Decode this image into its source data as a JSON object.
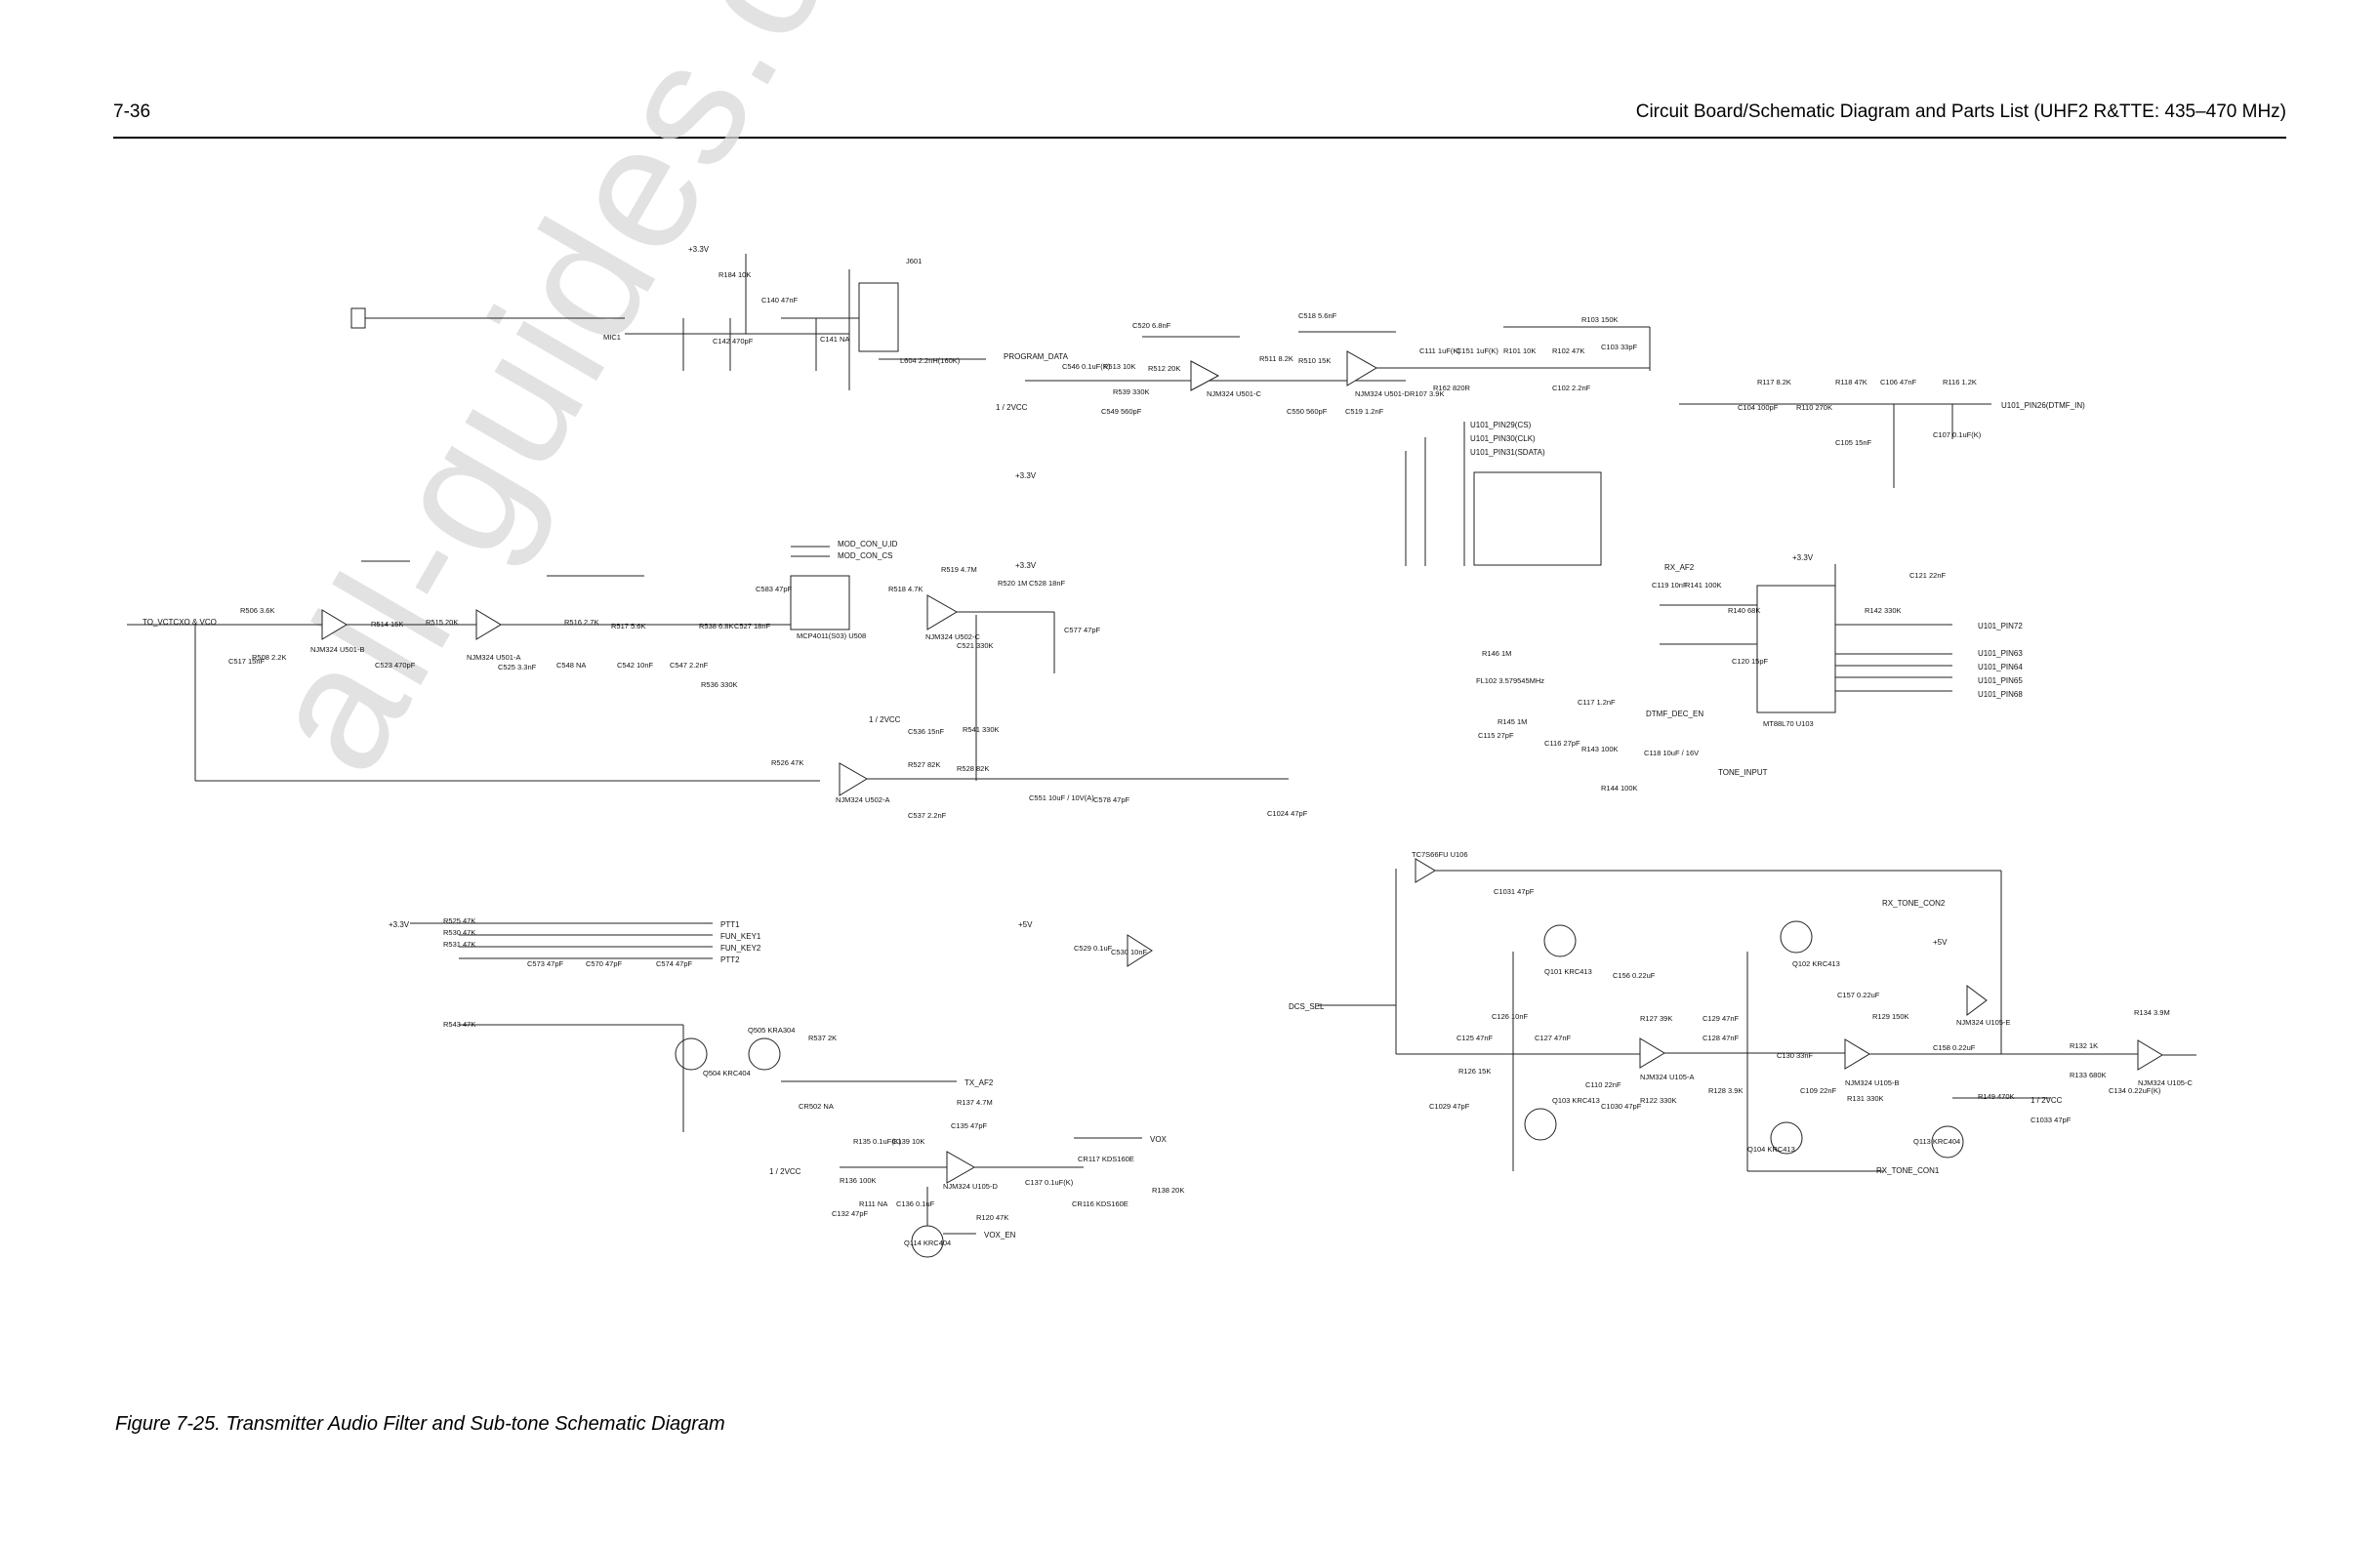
{
  "header": {
    "page_number": "7-36",
    "title": "Circuit Board/Schematic Diagram and Parts List (UHF2 R&TTE: 435–470 MHz)"
  },
  "caption": "Figure 7-25. Transmitter Audio Filter and Sub-tone Schematic Diagram",
  "watermark": "all-guides.com",
  "net_labels": [
    "+3.3V",
    "+5V",
    "1 / 2VCC",
    "TO_VCTCXO & VCO",
    "PROGRAM_DATA",
    "MOD_CON_U,ID",
    "MOD_CON_CS",
    "U101_PIN29(CS)",
    "U101_PIN30(CLK)",
    "U101_PIN31(SDATA)",
    "U101_PIN26(DTMF_IN)",
    "RX_AF2",
    "U101_PIN72",
    "U101_PIN63",
    "U101_PIN64",
    "U101_PIN65",
    "U101_PIN68",
    "DTMF_DEC_EN",
    "TONE_INPUT",
    "PTT1",
    "FUN_KEY1",
    "FUN_KEY2",
    "PTT2",
    "TX_AF2",
    "VOX",
    "VOX_EN",
    "DCS_SEL",
    "RX_TONE_CON2",
    "RX_TONE_CON1"
  ],
  "ic_labels": [
    "NJM324 U501-A",
    "NJM324 U501-B",
    "NJM324 U501-C",
    "NJM324 U501-D",
    "NJM324 U502-A",
    "NJM324 U502-C",
    "MCP4011(S03) U508",
    "MT88L70 U103",
    "TC7S66FU U106",
    "NJM324 U105-A",
    "NJM324 U105-B",
    "NJM324 U105-C",
    "NJM324 U105-D",
    "NJM324 U105-E"
  ],
  "component_labels": [
    "R184 10K",
    "C140 47nF",
    "C142 470pF",
    "C141 NA",
    "MIC1",
    "J601",
    "L604 2.2nH(160K)",
    "C546 0.1uF(K)",
    "R513 10K",
    "R539 330K",
    "C549 560pF",
    "C520 6.8nF",
    "R512 20K",
    "R511 8.2K",
    "C518 5.6nF",
    "R510 15K",
    "C550 560pF",
    "C519 1.2nF",
    "R103 150K",
    "C103 33pF",
    "R102 47K",
    "C102 2.2nF",
    "C111 1uF(K)",
    "C151 1uF(K)",
    "R101 10K",
    "R107 3.9K",
    "R162 820R",
    "R117 8.2K",
    "R118 47K",
    "C106 47nF",
    "R116 1.2K",
    "C107 0.1uF(K)",
    "C104 100pF",
    "R110 270K",
    "C105 15nF",
    "R506 3.6K",
    "C517 15nF",
    "R508 2.2K",
    "R514 15K",
    "C523 470pF",
    "R515 20K",
    "C525 3.3nF",
    "C548 NA",
    "R516 2.7K",
    "R517 5.6K",
    "C542 10nF",
    "R538 6.8K",
    "C547 2.2nF",
    "R536 330K",
    "C527 18nF",
    "C583 47pF",
    "R519 4.7M",
    "R518 4.7K",
    "R520 1M",
    "C528 18nF",
    "C577 47pF",
    "C521 330K",
    "R541 330K",
    "C536 15nF",
    "R527 82K",
    "R528 82K",
    "C551 10uF / 10V(A)",
    "C578 47pF",
    "C537 2.2nF",
    "R526 47K",
    "C1024 47pF",
    "R525 47K",
    "R530 47K",
    "R531 47K",
    "R543 47K",
    "C573 47pF",
    "C570 47pF",
    "C574 47pF",
    "C529 0.1uF",
    "C530 10nF",
    "Q505 KRA304",
    "Q504 KRC404",
    "R537 2K",
    "CR502 NA",
    "R137 4.7M",
    "C135 47pF",
    "R135 0.1uF(K)",
    "C139 10K",
    "R136 100K",
    "R111 NA",
    "C132 47pF",
    "C136 0.1uF",
    "C137 0.1uF(K)",
    "CR117 KDS160E",
    "CR116 KDS160E",
    "R138 20K",
    "Q114 KRC404",
    "R120 47K",
    "C1031 47pF",
    "Q101 KRC413",
    "C156 0.22uF",
    "Q102 KRC413",
    "C157 0.22uF",
    "R129 150K",
    "R127 39K",
    "C129 47nF",
    "C128 47nF",
    "C130 33nF",
    "R128 3.9K",
    "C109 22nF",
    "R131 330K",
    "C158 0.22uF",
    "R132 1K",
    "R134 3.9M",
    "R133 680K",
    "C134 0.22uF(K)",
    "R149 470K",
    "C1033 47pF",
    "Q113 KRC404",
    "Q103 KRC413",
    "Q104 KRC413",
    "C110 22nF",
    "C1030 47pF",
    "R122 330K",
    "C125 47nF",
    "R126 15K",
    "C1029 47pF",
    "C126 10nF",
    "C127 47nF",
    "C119 10nF",
    "R141 100K",
    "R140 68K",
    "R142 330K",
    "C121 22nF",
    "C120 15pF",
    "R146 1M",
    "FL102 3.579545MHz",
    "C115 27pF",
    "C116 27pF",
    "R145 1M",
    "C117 1.2nF",
    "R143 100K",
    "C118 10uF / 16V",
    "R144 100K"
  ]
}
